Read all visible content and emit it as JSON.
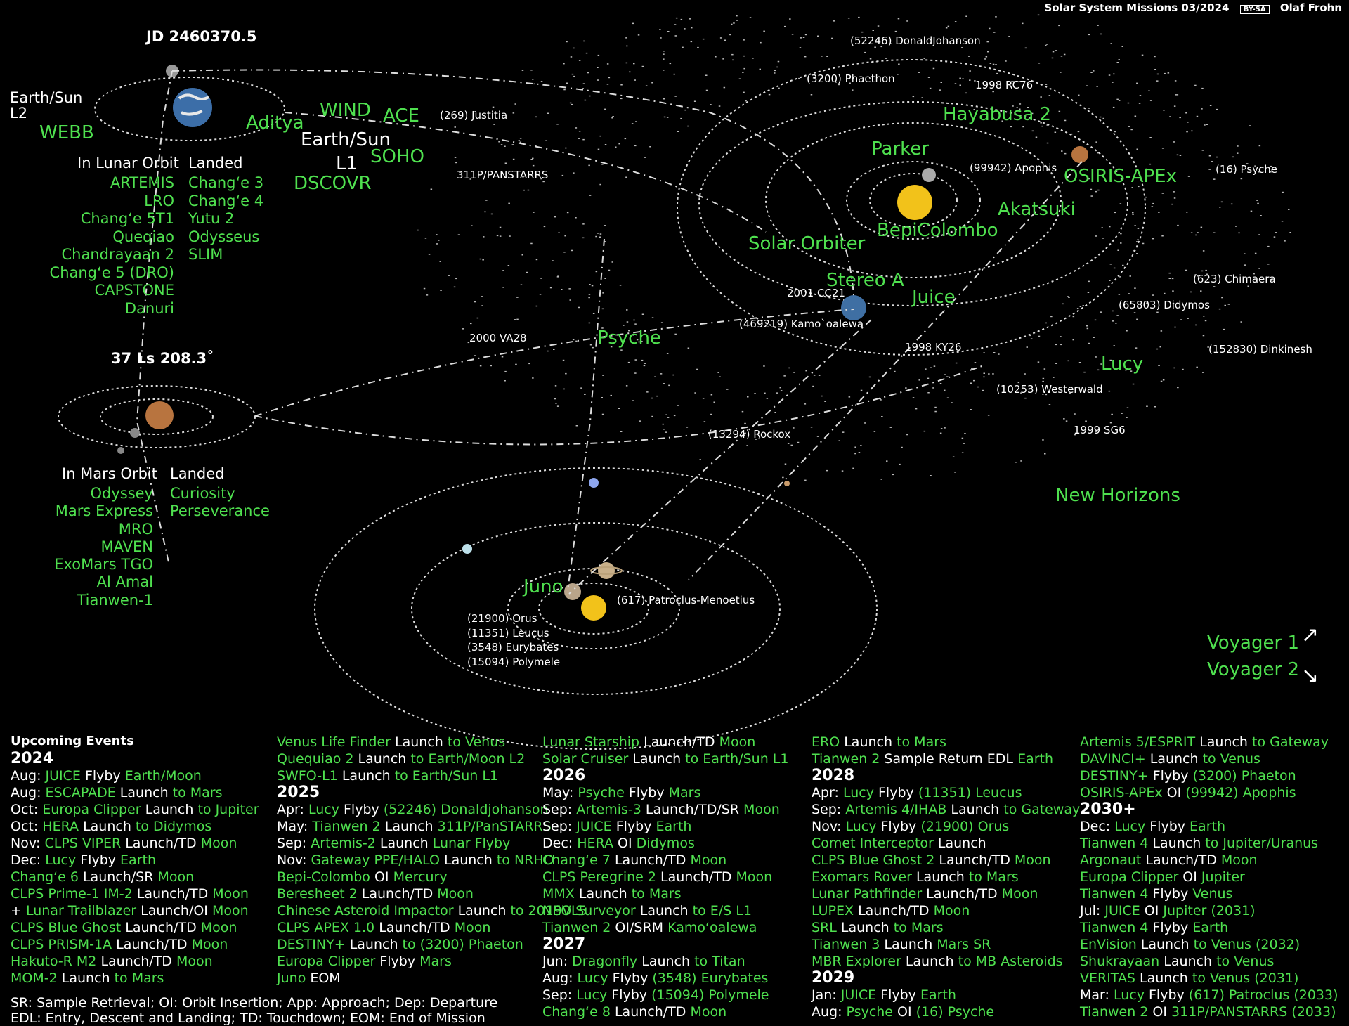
{
  "header": {
    "title": "Solar System Missions 03/2024",
    "license": "BY-SA",
    "author": "Olaf Frohn"
  },
  "earth_panel": {
    "jd": "JD 2460370.5",
    "l2_label": "Earth/Sun\nL2",
    "l2_name": "WEBB",
    "lunar_orbit_title": "In Lunar Orbit",
    "landed_title": "Landed",
    "lunar_orbit": [
      "ARTEMIS",
      "LRO",
      "Chang‘e 5T1",
      "Queqiao",
      "Chandrayaan 2",
      "Chang‘e 5 (DRO)",
      "CAPSTONE",
      "Danuri"
    ],
    "landed": [
      "Chang‘e 3",
      "Chang‘e 4",
      "Yutu 2",
      "Odysseus",
      "SLIM"
    ],
    "l1_label": "Earth/Sun",
    "l1_suffix": "L1",
    "l1_missions": [
      "Aditya",
      "WIND",
      "ACE",
      "SOHO",
      "DSCOVR"
    ]
  },
  "mars_panel": {
    "ls": "37 Ls 208.3˚",
    "mars_orbit_title": "In Mars Orbit",
    "landed_title": "Landed",
    "mars_orbit": [
      "Odyssey",
      "Mars Express",
      "MRO",
      "MAVEN",
      "ExoMars TGO",
      "Al Amal",
      "Tianwen-1"
    ],
    "landed": [
      "Curiosity",
      "Perseverance"
    ]
  },
  "inner_system": {
    "missions": [
      "Hayabusa 2",
      "Parker",
      "OSIRIS-APEx",
      "Akatsuki",
      "BepiColombo",
      "Solar Orbiter",
      "Stereo A",
      "Juice",
      "Psyche",
      "Lucy",
      "New Horizons"
    ],
    "bodies": [
      "(52246) DonaldJohanson",
      "(3200) Phaethon",
      "1998 RC76",
      "(269) Justitia",
      "311P/PANSTARRS",
      "(99942) Apophis",
      "(16) Psyche",
      "2001 CC21",
      "(469219) Kamo`oalewa",
      "(623) Chimaera",
      "(65803) Didymos",
      "2000 VA28",
      "1998 KY26",
      "(152830) Dinkinesh",
      "(10253) Westerwald",
      "(13294) Rockox",
      "1999 SG6"
    ]
  },
  "outer_system": {
    "juno": "Juno",
    "trojans": [
      "(21900) Orus",
      "(11351) Leucus",
      "(3548) Eurybates",
      "(15094) Polymele"
    ],
    "patroclus": "(617) Patroclus-Menoetius",
    "voyager1": "Voyager 1",
    "voyager2": "Voyager 2"
  },
  "events": {
    "title": "Upcoming Events",
    "columns": [
      [
        {
          "y": "2024"
        },
        {
          "p": "Aug: ",
          "g": "JUICE",
          "a": " Flyby ",
          "b": "Earth/Moon"
        },
        {
          "p": "Aug: ",
          "g": "ESCAPADE",
          "a": " Launch ",
          "b": "to Mars"
        },
        {
          "p": "Oct: ",
          "g": "Europa Clipper",
          "a": " Launch ",
          "b": "to Jupiter"
        },
        {
          "p": "Oct: ",
          "g": "HERA",
          "a": " Launch ",
          "b": "to Didymos"
        },
        {
          "p": "Nov: ",
          "g": "CLPS VIPER",
          "a": " Launch/TD ",
          "b": "Moon"
        },
        {
          "p": "Dec: ",
          "g": "Lucy",
          "a": " Flyby ",
          "b": "Earth"
        },
        {
          "p": "",
          "g": "Chang‘e 6",
          "a": " Launch/SR ",
          "b": "Moon"
        },
        {
          "p": "",
          "g": "CLPS Prime-1 IM-2",
          "a": " Launch/TD ",
          "b": "Moon"
        },
        {
          "p": "    + ",
          "g": "Lunar Trailblazer",
          "a": " Launch/OI ",
          "b": "Moon"
        },
        {
          "p": "",
          "g": "CLPS Blue Ghost",
          "a": " Launch/TD ",
          "b": "Moon"
        },
        {
          "p": "",
          "g": "CLPS PRISM-1A",
          "a": " Launch/TD ",
          "b": "Moon"
        },
        {
          "p": "",
          "g": "Hakuto-R M2",
          "a": " Launch/TD ",
          "b": "Moon"
        },
        {
          "p": "",
          "g": "MOM-2",
          "a": " Launch ",
          "b": "to Mars"
        }
      ],
      [
        {
          "p": "",
          "g": "Venus Life Finder",
          "a": " Launch ",
          "b": "to Venus"
        },
        {
          "p": "",
          "g": "Quequiao 2",
          "a": " Launch ",
          "b": "to Earth/Moon L2"
        },
        {
          "p": "",
          "g": "SWFO-L1",
          "a": " Launch ",
          "b": "to Earth/Sun L1"
        },
        {
          "y": "2025"
        },
        {
          "p": "Apr: ",
          "g": "Lucy",
          "a": " Flyby ",
          "b": "(52246) Donaldjohanson"
        },
        {
          "p": "May: ",
          "g": "Tianwen 2",
          "a": " Launch ",
          "b": "311P/PanSTARRS"
        },
        {
          "p": "Sep: ",
          "g": "Artemis-2",
          "a": " Launch ",
          "b": "Lunar Flyby"
        },
        {
          "p": "Nov: ",
          "g": "Gateway PPE/HALO",
          "a": " Launch ",
          "b": "to NRHO"
        },
        {
          "p": "",
          "g": "Bepi-Colombo",
          "a": " OI ",
          "b": "Mercury"
        },
        {
          "p": "",
          "g": "Beresheet 2",
          "a": " Launch/TD ",
          "b": "Moon"
        },
        {
          "p": "",
          "g": "Chinese Asteroid Impactor",
          "a": " Launch ",
          "b": "to 2019VL5"
        },
        {
          "p": "",
          "g": "CLPS APEX 1.0",
          "a": " Launch/TD ",
          "b": "Moon"
        },
        {
          "p": "",
          "g": "DESTINY+",
          "a": " Launch ",
          "b": "to (3200) Phaeton"
        },
        {
          "p": "",
          "g": "Europa Clipper",
          "a": " Flyby ",
          "b": "Mars"
        },
        {
          "p": "",
          "g": "Juno",
          "a": " EOM",
          "b": ""
        }
      ],
      [
        {
          "p": "",
          "g": "Lunar Starship",
          "a": " Launch/TD ",
          "b": "Moon"
        },
        {
          "p": "",
          "g": "Solar Cruiser",
          "a": " Launch ",
          "b": "to Earth/Sun L1"
        },
        {
          "y": "2026"
        },
        {
          "p": "May: ",
          "g": "Psyche",
          "a": " Flyby ",
          "b": "Mars"
        },
        {
          "p": "Sep: ",
          "g": "Artemis-3",
          "a": " Launch/TD/SR ",
          "b": "Moon"
        },
        {
          "p": "Sep: ",
          "g": "JUICE",
          "a": " Flyby ",
          "b": "Earth"
        },
        {
          "p": "Dec: ",
          "g": "HERA",
          "a": " OI ",
          "b": "Didymos"
        },
        {
          "p": "",
          "g": "Chang‘e 7",
          "a": " Launch/TD ",
          "b": "Moon"
        },
        {
          "p": "",
          "g": "CLPS Peregrine 2",
          "a": " Launch/TD ",
          "b": "Moon"
        },
        {
          "p": "",
          "g": "MMX",
          "a": " Launch ",
          "b": "to Mars"
        },
        {
          "p": "",
          "g": "NEO Surveyor",
          "a": " Launch ",
          "b": "to E/S L1"
        },
        {
          "p": "",
          "g": "Tianwen 2",
          "a": " OI/SRM ",
          "b": "Kamo‘oalewa"
        },
        {
          "y": "2027"
        },
        {
          "p": "Jun: ",
          "g": "Dragonfly",
          "a": " Launch ",
          "b": "to Titan"
        },
        {
          "p": "Aug: ",
          "g": "Lucy",
          "a": " Flyby ",
          "b": "(3548) Eurybates"
        },
        {
          "p": "Sep: ",
          "g": "Lucy",
          "a": " Flyby ",
          "b": "(15094) Polymele"
        },
        {
          "p": "",
          "g": "Chang‘e 8",
          "a": " Launch/TD ",
          "b": "Moon"
        }
      ],
      [
        {
          "p": "",
          "g": "ERO",
          "a": " Launch ",
          "b": "to Mars"
        },
        {
          "p": "",
          "g": "Tianwen 2",
          "a": " Sample Return EDL ",
          "b": "Earth"
        },
        {
          "y": "2028"
        },
        {
          "p": "Apr: ",
          "g": "Lucy",
          "a": " Flyby ",
          "b": "(11351) Leucus"
        },
        {
          "p": "Sep: ",
          "g": "Artemis 4/IHAB",
          "a": " Launch ",
          "b": "to Gateway"
        },
        {
          "p": "Nov: ",
          "g": "Lucy",
          "a": " Flyby ",
          "b": "(21900) Orus"
        },
        {
          "p": "",
          "g": "Comet Interceptor",
          "a": " Launch",
          "b": ""
        },
        {
          "p": "",
          "g": "CLPS Blue Ghost 2",
          "a": " Launch/TD ",
          "b": "Moon"
        },
        {
          "p": "",
          "g": "Exomars Rover",
          "a": " Launch ",
          "b": "to Mars"
        },
        {
          "p": "",
          "g": "Lunar Pathfinder",
          "a": " Launch/TD ",
          "b": "Moon"
        },
        {
          "p": "",
          "g": "LUPEX",
          "a": " Launch/TD ",
          "b": "Moon"
        },
        {
          "p": "",
          "g": "SRL",
          "a": " Launch ",
          "b": "to Mars"
        },
        {
          "p": "",
          "g": "Tianwen 3",
          "a": " Launch ",
          "b": "Mars SR"
        },
        {
          "p": "",
          "g": "MBR Explorer",
          "a": " Launch ",
          "b": "to MB Asteroids"
        },
        {
          "y": "2029"
        },
        {
          "p": "Jan: ",
          "g": "JUICE",
          "a": " Flyby ",
          "b": "Earth"
        },
        {
          "p": "Aug: ",
          "g": "Psyche",
          "a": "  OI ",
          "b": "(16) Psyche"
        }
      ],
      [
        {
          "p": "",
          "g": "Artemis 5/ESPRIT",
          "a": " Launch ",
          "b": "to Gateway"
        },
        {
          "p": "",
          "g": "DAVINCI+",
          "a": " Launch ",
          "b": "to Venus"
        },
        {
          "p": "",
          "g": "DESTINY+",
          "a": " Flyby ",
          "b": "(3200) Phaeton"
        },
        {
          "p": "",
          "g": "OSIRIS-APEx",
          "a": " OI ",
          "b": "(99942) Apophis"
        },
        {
          "y": "2030+"
        },
        {
          "p": "Dec: ",
          "g": "Lucy",
          "a": " Flyby ",
          "b": "Earth"
        },
        {
          "p": "",
          "g": "Tianwen 4",
          "a": " Launch ",
          "b": "to Jupiter/Uranus"
        },
        {
          "p": "",
          "g": "Argonaut",
          "a": " Launch/TD ",
          "b": "Moon"
        },
        {
          "p": "",
          "g": "Europa Clipper",
          "a": " OI ",
          "b": "Jupiter"
        },
        {
          "p": "",
          "g": "Tianwen 4",
          "a": " Flyby ",
          "b": "Venus"
        },
        {
          "p": "Jul: ",
          "g": "JUICE",
          "a": " OI ",
          "b": "Jupiter (2031)"
        },
        {
          "p": "",
          "g": "Tianwen 4",
          "a": " Flyby ",
          "b": "Earth"
        },
        {
          "p": "",
          "g": "EnVision",
          "a": " Launch ",
          "b": "to Venus (2032)"
        },
        {
          "p": "",
          "g": "Shukrayaan",
          "a": " Launch ",
          "b": "to Venus"
        },
        {
          "p": "",
          "g": "VERITAS",
          "a": " Launch ",
          "b": "to Venus (2031)"
        },
        {
          "p": "Mar: ",
          "g": "Lucy",
          "a": " Flyby ",
          "b": "(617) Patroclus (2033)"
        },
        {
          "p": "",
          "g": "Tianwen 2",
          "a": " OI ",
          "b": "311P/PANSTARRS (2033)"
        }
      ]
    ]
  },
  "legend": {
    "line1": "SR: Sample Retrieval; OI: Orbit Insertion; App: Approach; Dep: Departure",
    "line2": "EDL: Entry, Descent and Landing; TD: Touchdown; EOM: End of Mission"
  }
}
